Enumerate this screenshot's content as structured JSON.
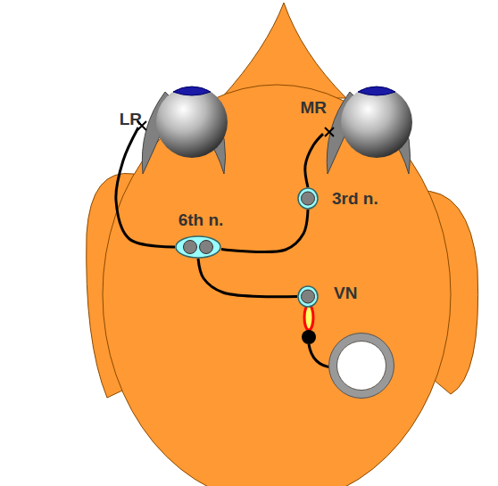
{
  "diagram": {
    "nodes": [
      {
        "text": [
          "LR"
        ]
      },
      {
        "text": [
          "MR"
        ]
      },
      {
        "text": [
          "3rd n."
        ]
      },
      {
        "text": [
          "6th n."
        ]
      },
      {
        "text": [
          "VN"
        ]
      }
    ],
    "edges": [
      {
        "from": 3,
        "to": 0,
        "arrow": "none"
      },
      {
        "from": 3,
        "to": 2,
        "arrow": "none"
      },
      {
        "from": 2,
        "to": 1,
        "arrow": "none"
      },
      {
        "from": 4,
        "to": 3,
        "arrow": "none"
      }
    ]
  }
}
